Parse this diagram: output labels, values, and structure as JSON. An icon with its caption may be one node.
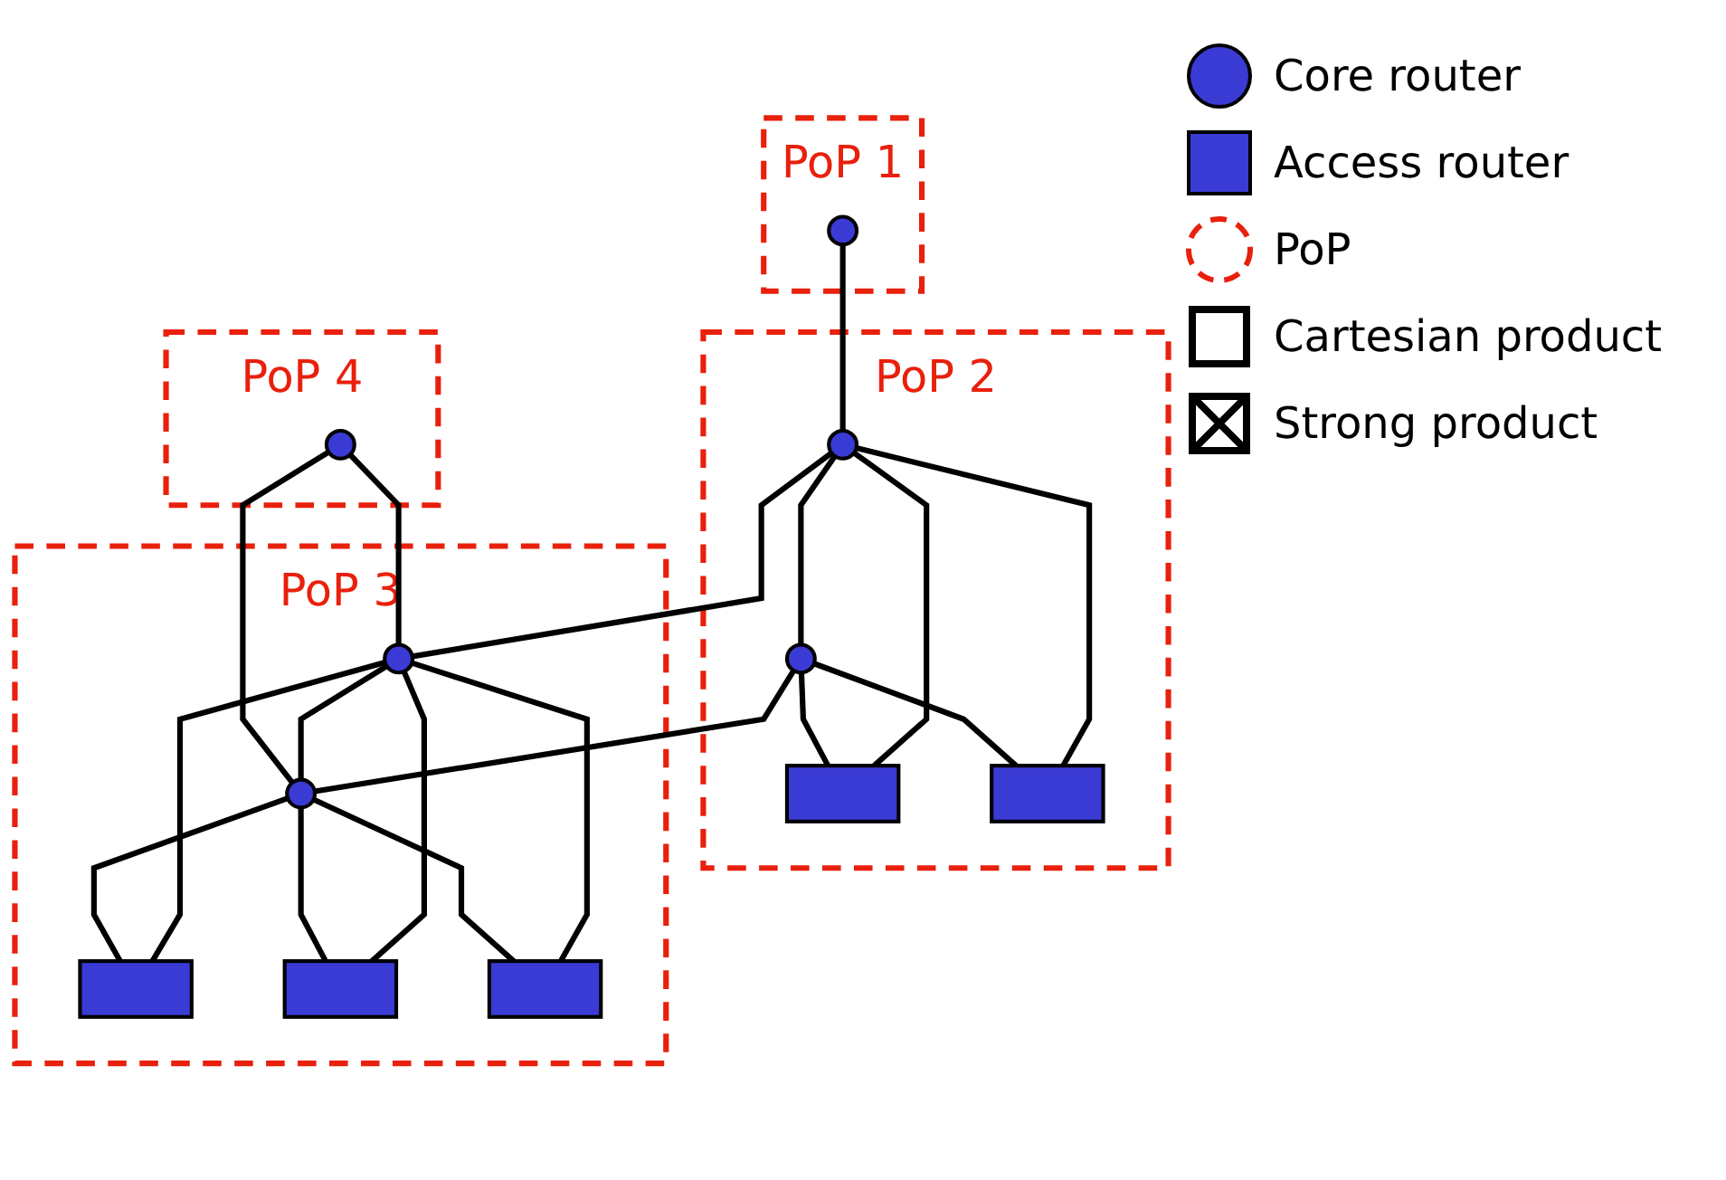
{
  "diagram": {
    "nodes": [
      {
        "text": [
          "PoP 1"
        ]
      },
      {
        "text": [],
        "shape": "circle",
        "in": 0
      },
      {
        "text": [
          "PoP 2"
        ]
      },
      {
        "text": [],
        "shape": "circle",
        "in": 2
      },
      {
        "text": [],
        "shape": "circle",
        "in": 2
      },
      {
        "text": [],
        "shape": "box",
        "in": 2
      },
      {
        "text": [],
        "shape": "box",
        "in": 2
      },
      {
        "text": [
          "PoP 3"
        ]
      },
      {
        "text": [],
        "shape": "circle",
        "in": 7
      },
      {
        "text": [],
        "shape": "circle",
        "in": 7
      },
      {
        "text": [],
        "shape": "box",
        "in": 7
      },
      {
        "text": [],
        "shape": "box",
        "in": 7
      },
      {
        "text": [],
        "shape": "box",
        "in": 7
      },
      {
        "text": [
          "PoP 4"
        ]
      },
      {
        "text": [],
        "shape": "circle",
        "in": 13
      }
    ],
    "edges": [
      {
        "from": 1,
        "to": 3,
        "arrow": "none"
      },
      {
        "from": 3,
        "to": 4,
        "arrow": "none"
      },
      {
        "from": 3,
        "to": 5,
        "arrow": "none"
      },
      {
        "from": 3,
        "to": 6,
        "arrow": "none"
      },
      {
        "from": 4,
        "to": 5,
        "arrow": "none"
      },
      {
        "from": 4,
        "to": 6,
        "arrow": "none"
      },
      {
        "from": 3,
        "to": 8,
        "arrow": "none"
      },
      {
        "from": 4,
        "to": 9,
        "arrow": "none"
      },
      {
        "from": 8,
        "to": 9,
        "arrow": "none"
      },
      {
        "from": 8,
        "to": 10,
        "arrow": "none"
      },
      {
        "from": 8,
        "to": 11,
        "arrow": "none"
      },
      {
        "from": 8,
        "to": 12,
        "arrow": "none"
      },
      {
        "from": 9,
        "to": 10,
        "arrow": "none"
      },
      {
        "from": 9,
        "to": 11,
        "arrow": "none"
      },
      {
        "from": 9,
        "to": 12,
        "arrow": "none"
      },
      {
        "from": 14,
        "to": 8,
        "arrow": "none"
      },
      {
        "from": 14,
        "to": 9,
        "arrow": "none"
      }
    ],
    "legend": [
      {
        "text": "Core router"
      },
      {
        "text": "Access router"
      },
      {
        "text": "PoP"
      },
      {
        "text": "Cartesian product"
      },
      {
        "text": "Strong product"
      }
    ]
  }
}
